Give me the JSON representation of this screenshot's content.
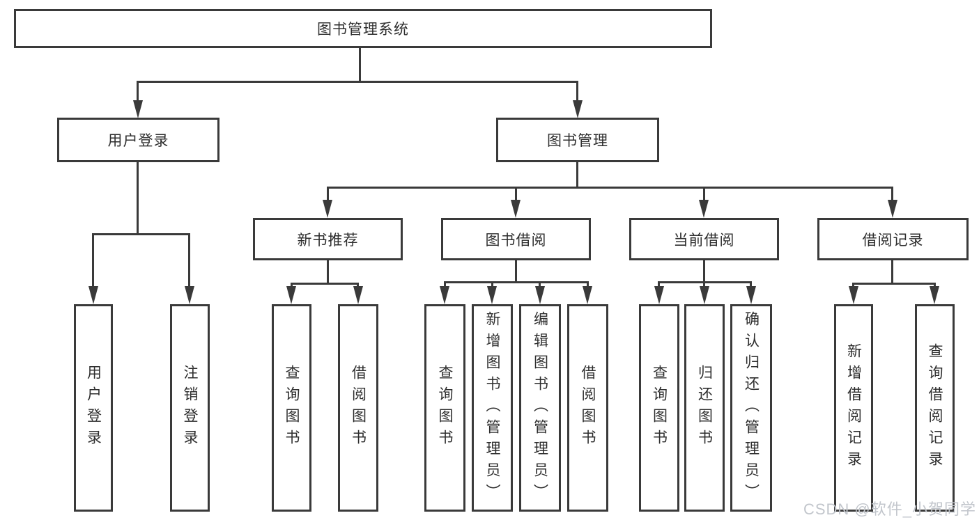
{
  "colors": {
    "line": "#3a3a3a",
    "text": "#2e2e2e",
    "watermark": "#c2c6cc",
    "background": "#ffffff"
  },
  "nodes": {
    "root": "图书管理系统",
    "user_login": "用户登录",
    "book_mgmt": "图书管理",
    "new_books": "新书推荐",
    "book_borrow": "图书借阅",
    "current_borrow": "当前借阅",
    "borrow_records": "借阅记录",
    "ul_user_login": "用户登录",
    "ul_logout": "注销登录",
    "nb_query": "查询图书",
    "nb_borrow": "借阅图书",
    "bb_query": "查询图书",
    "bb_add": "新增图书（管理员）",
    "bb_edit": "编辑图书（管理员）",
    "bb_borrow": "借阅图书",
    "cb_query": "查询图书",
    "cb_return": "归还图书",
    "cb_confirm": "确认归还（管理员）",
    "br_add": "新增借阅记录",
    "br_query": "查询借阅记录"
  },
  "watermark": "CSDN @软件_小贺同学"
}
